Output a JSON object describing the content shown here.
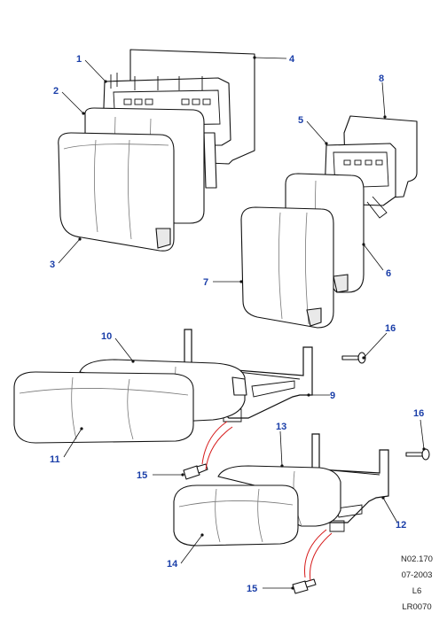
{
  "callouts": [
    "1",
    "2",
    "3",
    "4",
    "5",
    "6",
    "7",
    "8",
    "9",
    "10",
    "11",
    "12",
    "13",
    "14",
    "15",
    "15",
    "16",
    "16"
  ],
  "reference": {
    "code": "N02.170",
    "date": "07-2003",
    "sheet": "L6",
    "drawing_no": "LR0070"
  }
}
